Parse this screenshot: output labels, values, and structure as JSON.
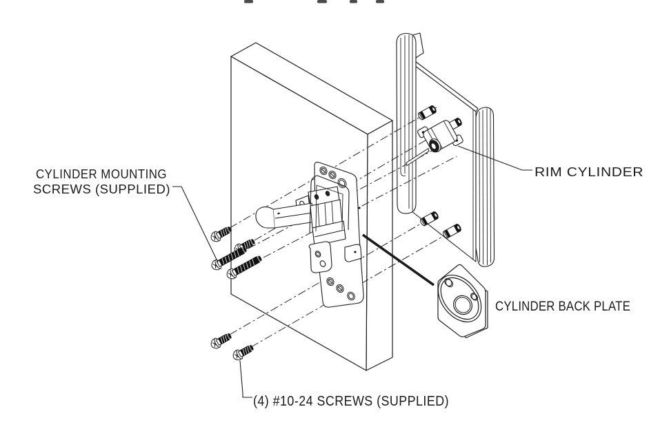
{
  "figure": {
    "type": "exploded-assembly-technical-illustration",
    "colors": {
      "ink": "#1a1a1a",
      "background": "#ffffff",
      "screw_thread": "#111111"
    },
    "labels": {
      "cylinder_mounting_screws_line1": "CYLINDER MOUNTING",
      "cylinder_mounting_screws_line2": "SCREWS (SUPPLIED)",
      "rim_cylinder": "RIM CYLINDER",
      "cylinder_back_plate": "CYLINDER BACK PLATE",
      "mounting_screws": "(4) #10-24 SCREWS (SUPPLIED)"
    }
  }
}
